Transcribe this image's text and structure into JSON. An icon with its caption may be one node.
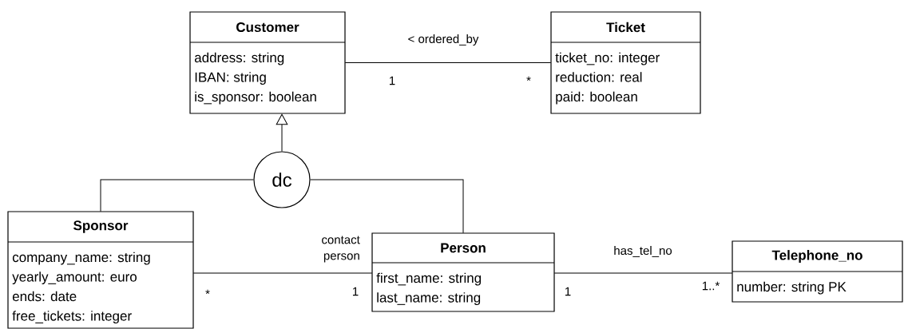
{
  "diagram": {
    "nodes": [
      {
        "text": [
          "Customer",
          "address: string",
          "IBAN: string",
          "is_sponsor: boolean"
        ]
      },
      {
        "text": [
          "Ticket",
          "ticket_no: integer",
          "reduction: real",
          "paid: boolean"
        ]
      },
      {
        "text": [
          "dc"
        ]
      },
      {
        "text": [
          "Sponsor",
          "company_name: string",
          "yearly_amount: euro",
          "ends: date",
          "free_tickets: integer"
        ]
      },
      {
        "text": [
          "Person",
          "first_name: string",
          "last_name: string"
        ]
      },
      {
        "text": [
          "Telephone_no",
          "number: string PK"
        ]
      }
    ],
    "edges": [
      {
        "from": 0,
        "to": 1,
        "arrow": "none",
        "label": "< ordered_by"
      },
      {
        "from": 2,
        "to": 0,
        "arrow": "to"
      },
      {
        "from": 2,
        "to": 3,
        "arrow": "none"
      },
      {
        "from": 2,
        "to": 4,
        "arrow": "none"
      },
      {
        "from": 3,
        "to": 4,
        "arrow": "none",
        "label": "contact person"
      },
      {
        "from": 4,
        "to": 5,
        "arrow": "none",
        "label": "has_tel_no"
      }
    ],
    "labels": [
      "1",
      "*",
      "*",
      "1",
      "1",
      "1..*"
    ]
  }
}
